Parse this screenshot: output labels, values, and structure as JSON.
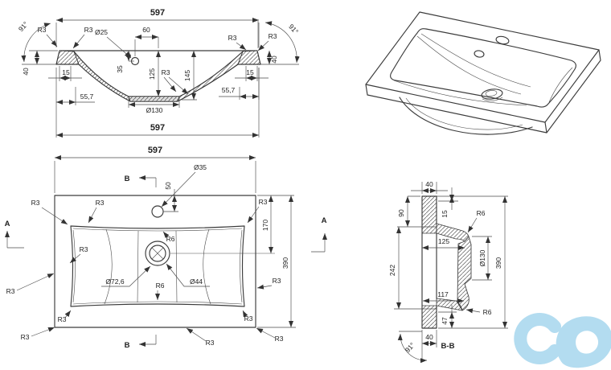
{
  "drawing_title": "vanity washbasin technical drawing",
  "front_section": {
    "width_top": "597",
    "width_bottom": "597",
    "hole_dia": "Ø25",
    "hole_offset": "60",
    "depth_overflow": "35",
    "depth_center": "125",
    "depth_total": "145",
    "drain_dia": "Ø130",
    "angle_left": "91°",
    "angle_right": "91°",
    "fillet_r3": "R3",
    "rim_height_left": "40",
    "rim_height_right": "40",
    "inset_left": "15",
    "inset_right": "15",
    "slope_left": "55,7",
    "slope_right": "55,7"
  },
  "plan_view": {
    "width": "597",
    "depth": "390",
    "faucet_dia": "Ø35",
    "faucet_offset": "50",
    "drain_from_back": "170",
    "drain_recess_dia": "Ø72,6",
    "drain_hole_dia": "Ø44",
    "fillet_r3": "R3",
    "fillet_r6": "R6",
    "section_a_label": "A",
    "section_b_label": "B"
  },
  "side_section": {
    "title": "B-B",
    "rim_top": "40",
    "rim_bottom": "40",
    "lip": "15",
    "back_height": "90",
    "basin_height": "242",
    "total_height": "390",
    "basin_top_width": "125",
    "basin_bottom_width": "117",
    "drain_dia": "Ø130",
    "fillet_r6": "R6",
    "front_drop": "47",
    "angle": "91°"
  },
  "colors": {
    "outline": "#3c3c3c",
    "dimension": "#4a4a4a",
    "text": "#222222",
    "logo": "#b3dcf0"
  }
}
